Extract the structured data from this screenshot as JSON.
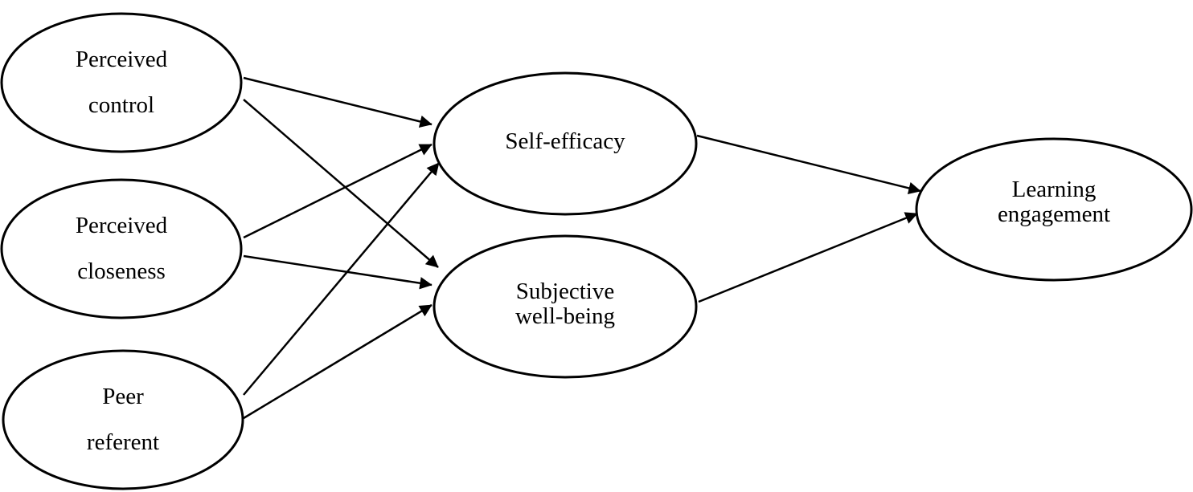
{
  "diagram": {
    "nodes": {
      "perceived_control": {
        "line1": "Perceived",
        "line2": "control"
      },
      "perceived_closeness": {
        "line1": "Perceived",
        "line2": "closeness"
      },
      "peer_referent": {
        "line1": "Peer",
        "line2": "referent"
      },
      "self_efficacy": {
        "line1": "Self-efficacy"
      },
      "subjective_well_being": {
        "line1": "Subjective",
        "line2": "well-being"
      },
      "learning_engagement": {
        "line1": "Learning",
        "line2": "engagement"
      }
    },
    "edges": [
      {
        "from": "Perceived control",
        "to": "Self-efficacy"
      },
      {
        "from": "Perceived control",
        "to": "Subjective well-being"
      },
      {
        "from": "Perceived closeness",
        "to": "Self-efficacy"
      },
      {
        "from": "Perceived closeness",
        "to": "Subjective well-being"
      },
      {
        "from": "Peer referent",
        "to": "Self-efficacy"
      },
      {
        "from": "Peer referent",
        "to": "Subjective well-being"
      },
      {
        "from": "Self-efficacy",
        "to": "Learning engagement"
      },
      {
        "from": "Subjective well-being",
        "to": "Learning engagement"
      }
    ],
    "colors": {
      "stroke": "#000000",
      "background": "#ffffff"
    }
  }
}
